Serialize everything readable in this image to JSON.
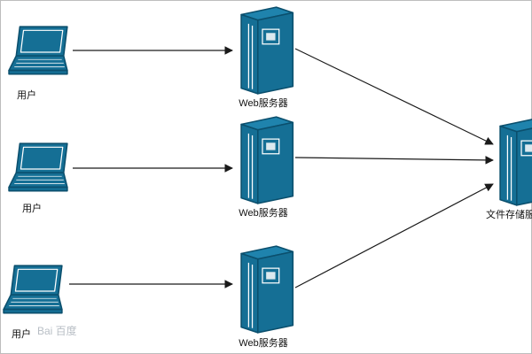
{
  "users": [
    {
      "label": "用户"
    },
    {
      "label": "用户"
    },
    {
      "label": "用户"
    }
  ],
  "web_servers": [
    {
      "label": "Web服务器"
    },
    {
      "label": "Web服务器"
    },
    {
      "label": "Web服务器"
    }
  ],
  "file_server": {
    "label": "文件存储服"
  },
  "watermark": {
    "text": "Bai 百度"
  },
  "colors": {
    "server_fill": "#156f95",
    "server_stroke": "#0b4f6d",
    "arrow": "#1a1a1a",
    "frame": "#bdbdbd"
  },
  "icons": {
    "user": "laptop-icon",
    "web_server": "tower-server-icon",
    "file_server": "tower-server-icon"
  }
}
